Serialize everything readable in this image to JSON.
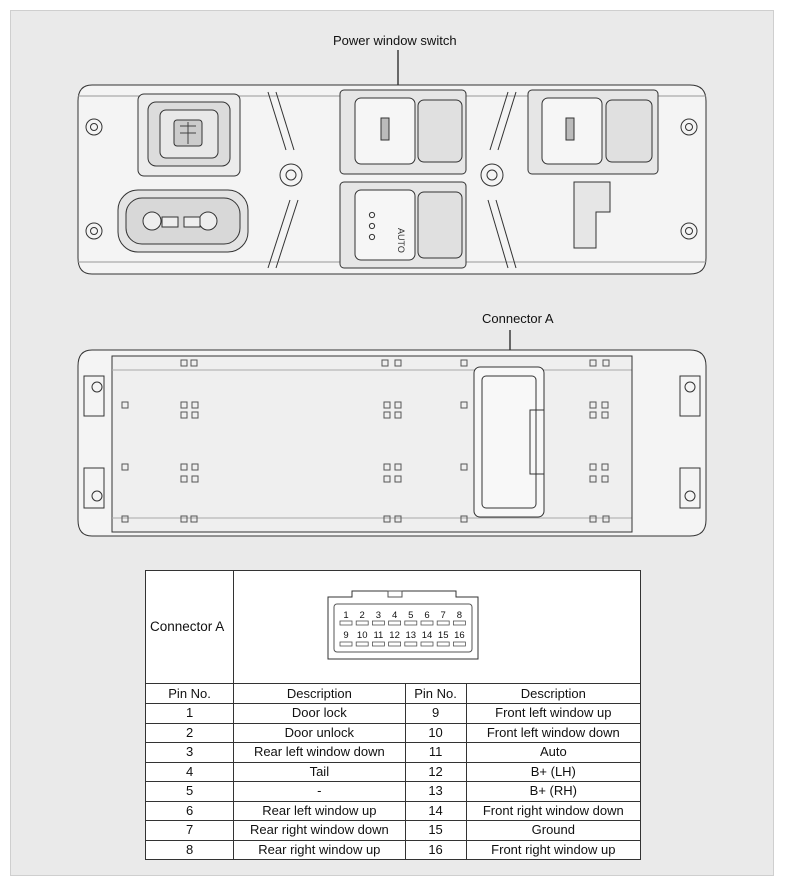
{
  "labels": {
    "power_window_switch": "Power window switch",
    "connector_a": "Connector A"
  },
  "connector_pins": {
    "top_row": [
      "1",
      "2",
      "3",
      "4",
      "5",
      "6",
      "7",
      "8"
    ],
    "bottom_row": [
      "9",
      "10",
      "11",
      "12",
      "13",
      "14",
      "15",
      "16"
    ]
  },
  "switch_icons": {
    "auto_text": "AUTO"
  },
  "table": {
    "connector_name": "Connector A",
    "headers": [
      "Pin No.",
      "Description",
      "Pin No.",
      "Description"
    ],
    "rows": [
      {
        "pin_a": "1",
        "desc_a": "Door lock",
        "pin_b": "9",
        "desc_b": "Front left window up"
      },
      {
        "pin_a": "2",
        "desc_a": "Door unlock",
        "pin_b": "10",
        "desc_b": "Front left window down"
      },
      {
        "pin_a": "3",
        "desc_a": "Rear left window down",
        "pin_b": "11",
        "desc_b": "Auto"
      },
      {
        "pin_a": "4",
        "desc_a": "Tail",
        "pin_b": "12",
        "desc_b": "B+ (LH)"
      },
      {
        "pin_a": "5",
        "desc_a": "-",
        "pin_b": "13",
        "desc_b": "B+ (RH)"
      },
      {
        "pin_a": "6",
        "desc_a": "Rear left window up",
        "pin_b": "14",
        "desc_b": "Front right window down"
      },
      {
        "pin_a": "7",
        "desc_a": "Rear right window down",
        "pin_b": "15",
        "desc_b": "Ground"
      },
      {
        "pin_a": "8",
        "desc_a": "Rear right window up",
        "pin_b": "16",
        "desc_b": "Front right window up"
      }
    ]
  }
}
